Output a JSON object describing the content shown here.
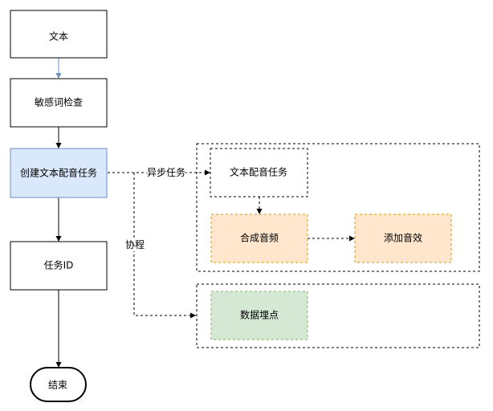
{
  "nodes": {
    "text": "文本",
    "sensitive_check": "敏感词检查",
    "create_task": "创建文本配音任务",
    "task_id": "任务ID",
    "end": "结束",
    "dub_task": "文本配音任务",
    "synth_audio": "合成音频",
    "add_effects": "添加音效",
    "data_tracking": "数据埋点"
  },
  "edges": {
    "async_task": "异步任务",
    "coroutine": "协程"
  },
  "colors": {
    "blue_fill": "#dae8fc",
    "blue_stroke": "#6c8ebf",
    "orange_fill": "#ffe6cc",
    "orange_stroke": "#d79b00",
    "green_fill": "#d5e8d4",
    "green_stroke": "#82b366"
  }
}
